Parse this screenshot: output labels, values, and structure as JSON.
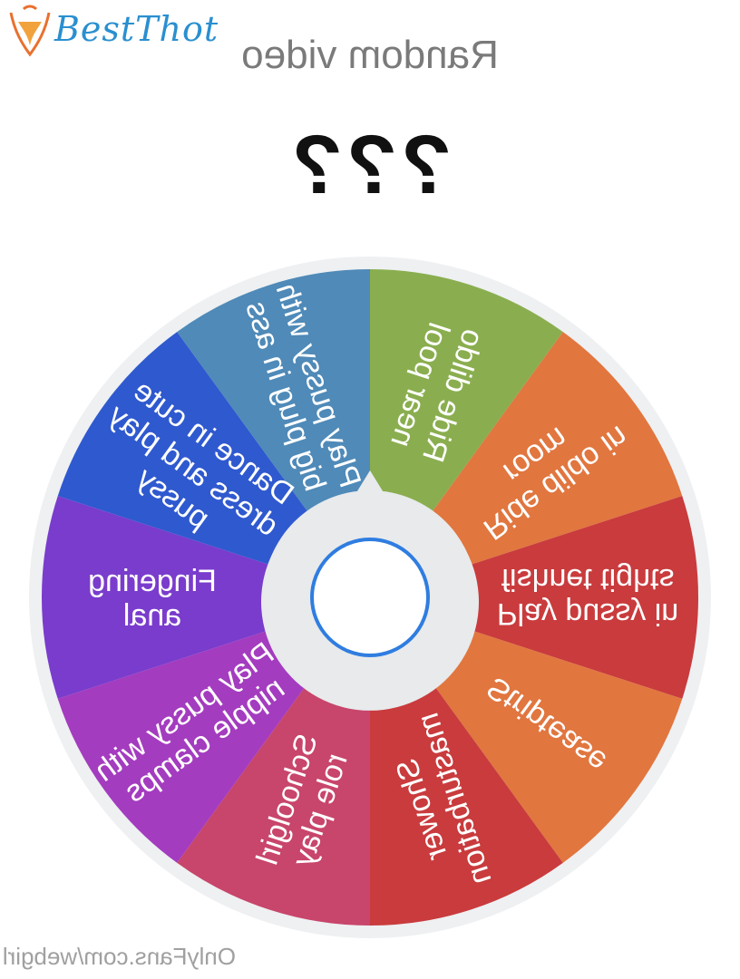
{
  "logo": {
    "text": "BestThot",
    "accent": "#e9702e"
  },
  "header": {
    "title": "Random video"
  },
  "result": {
    "text": "???"
  },
  "footer": {
    "text": "OnlyFans.com/webgirl"
  },
  "wheel": {
    "rim_color": "#eef0f2",
    "hub_color": "#e8eaec",
    "button_ring_color": "#2f7de0",
    "segments": [
      {
        "label": [
          "Ride dildo",
          "near pool"
        ],
        "color": "#8aae4f"
      },
      {
        "label": [
          "Ride dildo in",
          "room"
        ],
        "color": "#e1763f"
      },
      {
        "label": [
          "Play pussy in",
          "fishnet tights"
        ],
        "color": "#c93b3d"
      },
      {
        "label": [
          "Striptease"
        ],
        "color": "#e1763f"
      },
      {
        "label": [
          "Shower",
          "masturbation"
        ],
        "color": "#c93b3d"
      },
      {
        "label": [
          "Schoolgirl",
          "role play"
        ],
        "color": "#c8456b"
      },
      {
        "label": [
          "Play pussy with",
          "nipple clamps"
        ],
        "color": "#a43cbf"
      },
      {
        "label": [
          "Fingering",
          "anal"
        ],
        "color": "#7a3ccc"
      },
      {
        "label": [
          "Dance in cute",
          "dress and play",
          "pussy"
        ],
        "color": "#2f59cf"
      },
      {
        "label": [
          "Play pussy with",
          "big plug in ass"
        ],
        "color": "#4f8ab8"
      }
    ]
  }
}
